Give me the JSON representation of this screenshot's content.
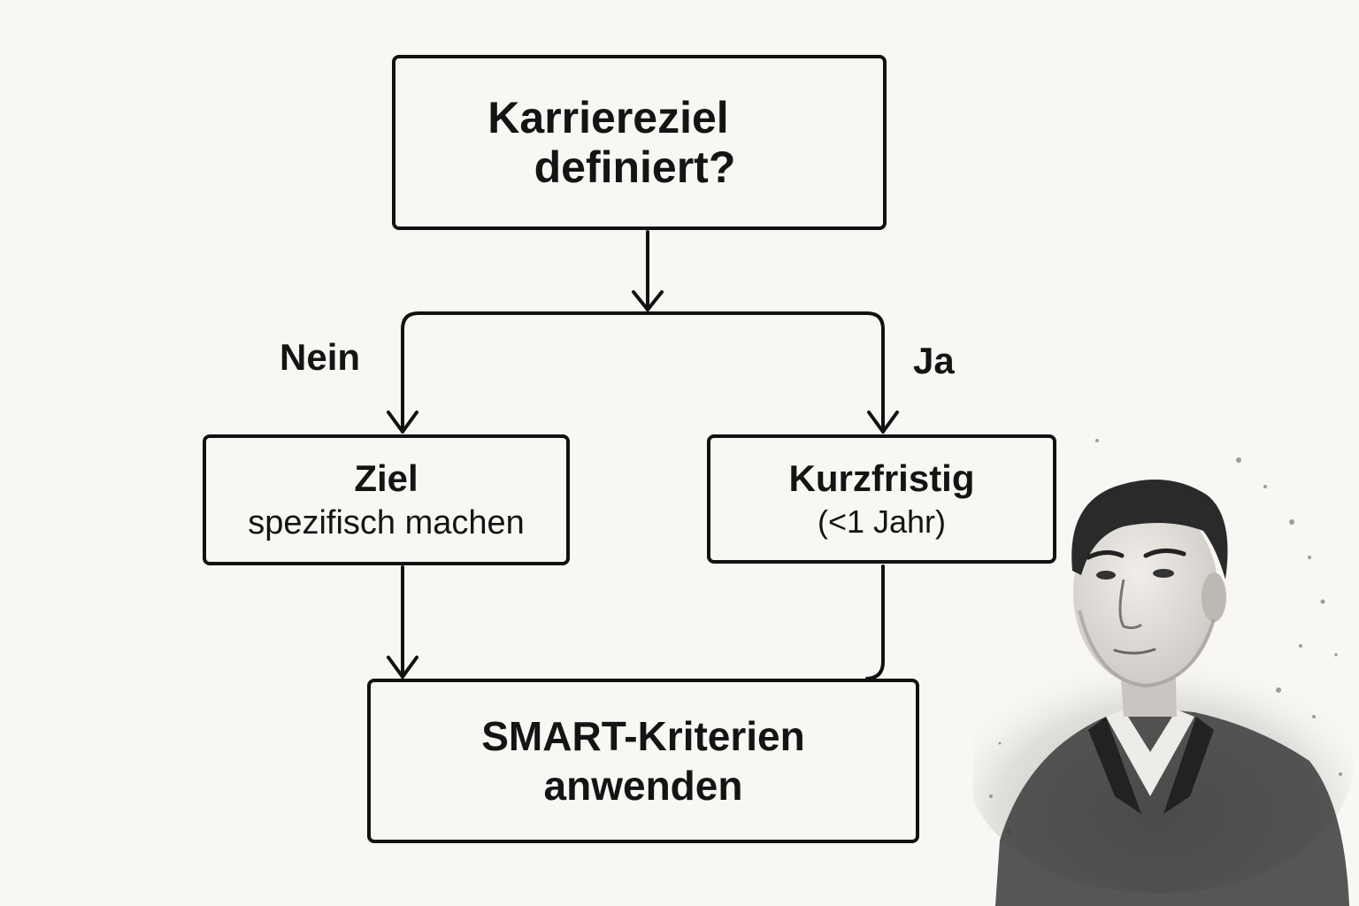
{
  "flowchart": {
    "question": {
      "line1": "Karriereziel",
      "line2": "definiert?"
    },
    "branches": {
      "no_label": "Nein",
      "yes_label": "Ja"
    },
    "no_node": {
      "line1": "Ziel",
      "line2": "spezifisch machen"
    },
    "yes_node": {
      "line1": "Kurzfristig",
      "line2": "(<1 Jahr)"
    },
    "result": {
      "line1": "SMART-Kriterien",
      "line2": "anwenden"
    }
  },
  "illustration": {
    "subject": "watercolor portrait of a man in a suit jacket"
  },
  "colors": {
    "background": "#f8f7f3",
    "ink": "#111111"
  }
}
